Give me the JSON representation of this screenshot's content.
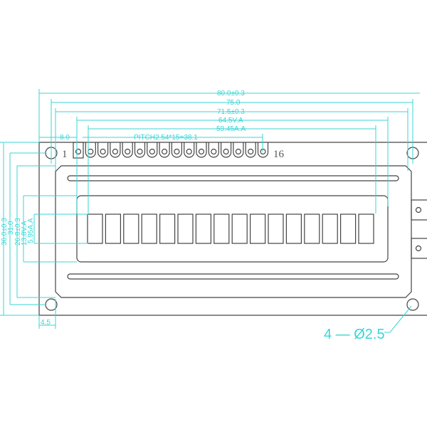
{
  "dimensions": {
    "overall_width": "80.0±0.3",
    "hole_spacing_x": "75.0",
    "bezel_width": "71.5±0.3",
    "view_area_width": "64.5V.A",
    "active_area_width": "59.45A.A",
    "pin1_offset": "8.0",
    "pin_pitch": "PITCH2.54*15=38.1",
    "overall_height": "36.0±0.3",
    "hole_spacing_y": "31.0",
    "bezel_height": "26.8±0.3",
    "view_area_height": "13.8V.A",
    "active_area_height": "5.95A.A",
    "hole_edge_offset": "4.5",
    "mounting_holes": "4 — Ø2.5"
  },
  "pins": {
    "first": "1",
    "last": "16",
    "count": 16
  },
  "characters": {
    "count": 16
  },
  "colors": {
    "outline": "#444444",
    "dimension": "#38d6d6"
  }
}
